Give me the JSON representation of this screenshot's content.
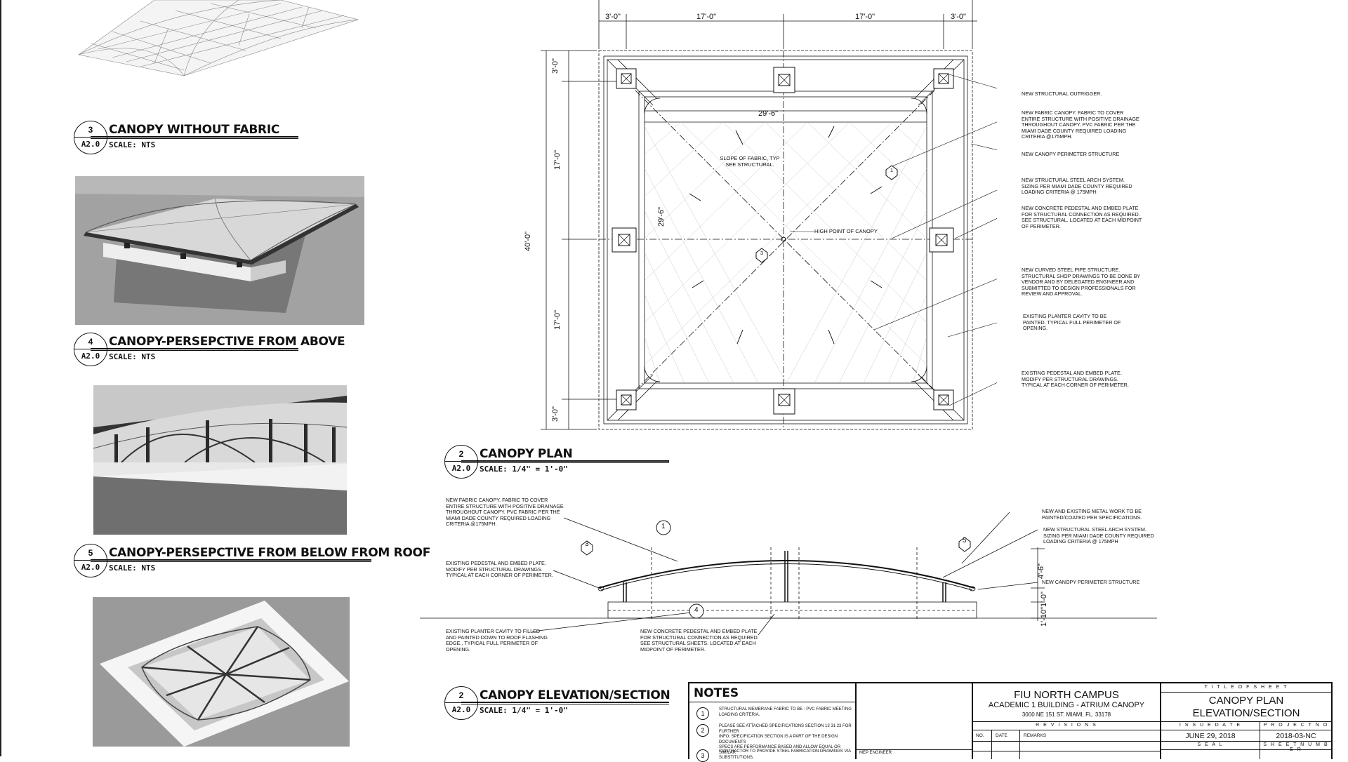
{
  "details": [
    {
      "num": "3",
      "ref": "A2.0",
      "title": "CANOPY WITHOUT FABRIC",
      "scale": "SCALE: NTS"
    },
    {
      "num": "4",
      "ref": "A2.0",
      "title": "CANOPY-PERSEPCTIVE FROM ABOVE",
      "scale": "SCALE: NTS"
    },
    {
      "num": "5",
      "ref": "A2.0",
      "title": "CANOPY-PERSEPCTIVE FROM BELOW FROM ROOF",
      "scale": "SCALE: NTS"
    },
    {
      "num": "2",
      "ref": "A2.0",
      "title": "CANOPY PLAN",
      "scale": "SCALE: 1/4\" = 1'-0\""
    },
    {
      "num": "2",
      "ref": "A2.0",
      "title": "CANOPY ELEVATION/SECTION",
      "scale": "SCALE: 1/4\" = 1'-0\""
    }
  ],
  "plan": {
    "dims_top": [
      "3'-0\"",
      "17'-0\"",
      "17'-0\"",
      "3'-0\""
    ],
    "dims_left": [
      "3'-0\"",
      "17'-0\"",
      "17'-0\"",
      "3'-0\""
    ],
    "dim_overall": "40'-0\"",
    "dim_inner_h": "29'-6\"",
    "dim_inner_v": "29'-6\"",
    "slope_label": "SLOPE OF FABRIC, TYP\nSEE STRUCTURAL.",
    "high_point": "HIGH POINT OF CANOPY",
    "tag_1": "1",
    "tag_3": "3",
    "callouts": [
      "NEW STRUCTURAL OUTRIGGER.",
      "NEW FABRIC CANOPY. FABRIC TO COVER\nENTIRE STRUCTURE WITH POSITIVE DRAINAGE\nTHROUGHOUT CANOPY. PVC FABRIC PER THE\nMIAMI DADE COUNTY REQUIRED LOADING\nCRITERIA @175MPH.",
      "NEW CANOPY PERIMETER STRUCTURE",
      "NEW STRUCTURAL STEEL ARCH SYSTEM.\nSIZING PER MIAMI DADE COUNTY REQUIRED\nLOADING CRITERIA @ 175MPH",
      "NEW CONCRETE PEDESTAL AND  EMBED PLATE\nFOR STRUCTURAL CONNECTION AS REQUIRED.\nSEE STRUCTURAL. LOCATED  AT EACH MIDPOINT\nOF PERIMETER.",
      "NEW CURVED STEEL PIPE STRUCTURE.\nSTRUCTURAL SHOP DRAWINGS TO BE DONE BY\nVENDOR AND BY DELEGATED ENGINEER AND\nSUBMITTED TO DESIGN PROFESSIONALS FOR\nREVIEW AND APPROVAL.",
      "EXISTING PLANTER CAVITY TO BE\nPAINTED. TYPICAL FULL PERIMETER OF\nOPENING.",
      "EXISTING PEDESTAL AND  EMBED PLATE.\nMODIFY PER STRUCTURAL DRAWINGS.\nTYPICAL AT EACH CORNER OF PERIMETER."
    ]
  },
  "elevation": {
    "tags": [
      "1",
      "3",
      "5",
      "4"
    ],
    "dim_rise": "4'-6\"",
    "dim_base": "1'-10\"1'-0\"",
    "left_notes": [
      "NEW FABRIC CANOPY. FABRIC TO COVER\nENTIRE STRUCTURE WITH POSITIVE DRAINAGE\nTHROUGHOUT CANOPY. PVC FABRIC PER THE\nMIAMI DADE COUNTY REQUIRED LOADING\nCRITERIA @175MPH.",
      "EXISTING PEDESTAL AND  EMBED PLATE.\nMODIFY PER STRUCTURAL DRAWINGS.\nTYPICAL AT EACH CORNER OF PERIMETER.",
      "EXISTING PLANTER CAVITY TO FILLED\nAND PAINTED DOWN TO ROOF FLASHING\nEDGE.. TYPICAL FULL PERIMETER OF\nOPENING.",
      "NEW CONCRETE PEDESTAL AND  EMBED PLATE\nFOR STRUCTURAL CONNECTION AS REQUIRED.\nSEE STRUCTURAL SHEETS. LOCATED  AT EACH\nMIDPOINT OF PERIMETER."
    ],
    "right_notes": [
      "NEW AND EXISTING  METAL WORK TO BE\nPAINTED/COATED PER SPECIFICATIONS.",
      "NEW STRUCTURAL STEEL ARCH SYSTEM.\nSIZING PER MIAMI DADE COUNTY REQUIRED\nLOADING CRITERIA @ 175MPH",
      "NEW CANOPY PERIMETER STRUCTURE"
    ]
  },
  "notes": {
    "header": "NOTES",
    "items": [
      {
        "n": "1",
        "text": "STRUCTURAL MEMBRANE FABRIC TO BE : PVC FABRIC MEETING\nLOADING CRITERIA."
      },
      {
        "n": "2",
        "text": "PLEASE SEE ATTACHED  SPECIFICATIONS SECTION 13 31 23 FOR FURTHER\nINFO. SPECIFICATION SECTION IS A PART OF THE DESIGN DOCUMENTS\nSPECS ARE PERFORMANCE BASED AND ALLOW  EQUAL OR SIMILAR\nSUBSTITUTIONS."
      },
      {
        "n": "3",
        "text": "CONTRACTOR TO PROVIDE STEEL FABRICATION DRAWINGS VIA"
      }
    ]
  },
  "title_block": {
    "mep_engineer": "MEP ENGINEER:",
    "project_name": "FIU NORTH CAMPUS",
    "project_sub": "ACADEMIC 1 BUILDING - ATRIUM CANOPY",
    "address": "3000 NE 151 ST. MIAMI, FL. 33178",
    "revisions_hdr": "R E V I S I O N S",
    "rev_cols": [
      "NO.",
      "DATE",
      "REMARKS"
    ],
    "title_of_sheet_hdr": "T I T L E   O F   S H E E T",
    "sheet_title_1": "CANOPY PLAN",
    "sheet_title_2": "ELEVATION/SECTION",
    "issue_date_hdr": "I S S U E   D A T E",
    "issue_date": "JUNE 29, 2018",
    "project_no_hdr": "P R O J E C T   N O .",
    "project_no": "2018-03-NC",
    "seal_hdr": "S E A L",
    "sheet_number_hdr": "S H E E T   N U M B E R"
  }
}
